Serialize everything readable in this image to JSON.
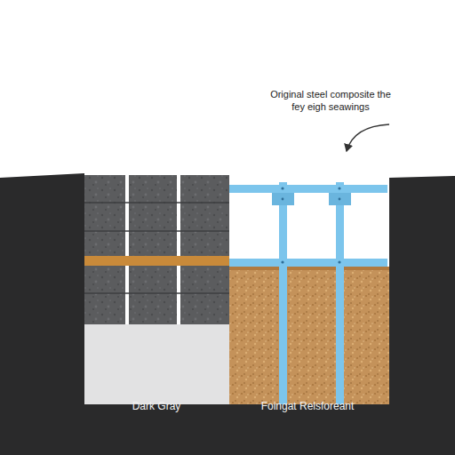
{
  "diagram": {
    "labels": [
      "Original steel composite the fey eigh seawings",
      "Dark Gray",
      "Foingat Relsforeant"
    ]
  }
}
